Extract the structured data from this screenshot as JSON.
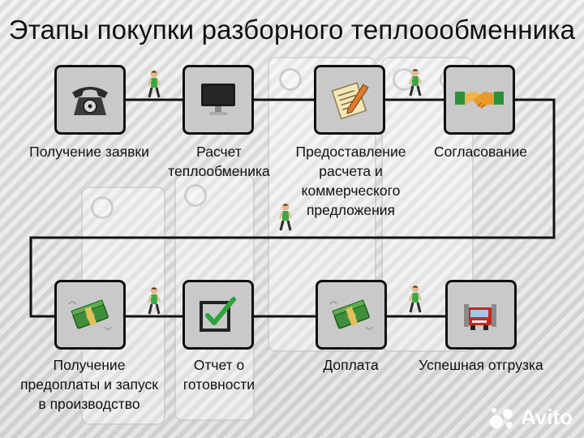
{
  "title": "Этапы покупки разборного теплоообменника",
  "steps": [
    {
      "label": "Получение заявки",
      "icon": "telephone-icon"
    },
    {
      "label": "Расчет\nтеплообменика",
      "icon": "monitor-icon"
    },
    {
      "label": "Предоставление\nрасчета и\nкоммерческого\nпредложения",
      "icon": "document-pen-icon"
    },
    {
      "label": "Согласование",
      "icon": "handshake-icon"
    },
    {
      "label": "Получение\nпредоплаты и запуск\nв производство",
      "icon": "money-icon"
    },
    {
      "label": "Отчет о\nготовности",
      "icon": "checkbox-icon"
    },
    {
      "label": "Доплата",
      "icon": "money-icon"
    },
    {
      "label": "Успешная отгрузка",
      "icon": "truck-icon"
    }
  ],
  "watermark": {
    "text": "Avito",
    "icon": "avito-logo-icon"
  },
  "colors": {
    "line": "#111111",
    "node_fill": "#c9c9c9",
    "walker_shirt": "#3aa845"
  }
}
